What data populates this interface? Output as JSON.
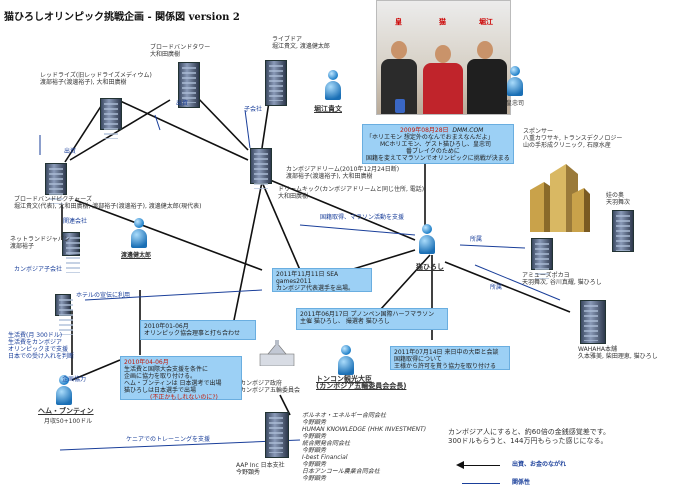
{
  "title": "猫ひろしオリンピック挑戦企画 - 関係図  version 2",
  "photo": {
    "names": [
      "皇",
      "猫",
      "堀江"
    ]
  },
  "nodes": {
    "broadband_tower": "ブロードバンドタワー\n大和田廣樹",
    "livedoor": "ライブドア\n堀江貴文, 渡邊健太郎",
    "redrise": "レッドライズ(旧レッドライズメディウム)\n渡部裕子(渡邊裕子), 大和田廣樹",
    "horie_name": "堀江貴文",
    "kou_name": "皇忠司",
    "sponsor": "スポンサー\n八重カワサキ, トランスデクノロジー\n山の手形成クリニック, 石原水産",
    "kaname": "娃の奥\n天羽舞次",
    "bbpictures": "ブロードバンドピクチャーズ\n堀江貴文(代表), 大和田廣樹, 渡部裕子(渡邊裕子), 渡邊健太郎(現代表)",
    "cambodia_dream": "カンボジアドリーム(2010年12月24日断)\n渡部裕子(渡邊裕子), 大和田廣樹",
    "dream_kick": "ドリームキック(カンボジアドリームと同じ住所, 電話)\n大和田廣樹",
    "netland": "ネットランドジャパン\n渡部裕子",
    "cambodia_sub": "カンボジア子会社",
    "watanabe_name": "渡邊健太郎",
    "hotel": "ホテルの宣伝に利用",
    "seikatsu": "生活費(月 300ドル)\n生活費をカンボジア\nオリンピックまで支援\n日本での受け入れを判断",
    "nekohiroshi": "猫ひろし",
    "amutable": "アミューズポカヨ\n天羽舞次, 谷川真耀, 猫ひろし",
    "wahaha": "WAHAHA本舗\n久本雅美, 柴田理恵, 猫ひろし",
    "kikaku": "企画協力",
    "hem": "ヘム・ブンティン",
    "hem_salary": "月収50+100ドル",
    "gov": "カンボジア政府\nカンボジア五輪委員会",
    "tonton": "トンコン観光大臣\n(カンボジア五輪委員会会長)",
    "aap": "AAP Inc 日本支社\n今野顕秀",
    "companies": "ボルネオ・エネルギー合同会社\n今野顕秀\nHUMAN KNOWLEDGE (HHK INVESTMENT)\n今野顕秀\n統合開発合同会社\n今野顕秀\nI-best Financial\n今野顕秀\n日本アンコール農業合同会社\n今野顕秀",
    "kenya": "ケニアでのトレーニングを支援",
    "note": "カンボジア人にすると、約60倍の金銭感覚差です。\n300ドルもらうと、144万円もらった感じになる。"
  },
  "edges": {
    "shusshi1": "出資",
    "shusshi2": "出資",
    "kogaisha": "子会社",
    "kanren": "関連会社",
    "shozoku1": "所属",
    "shozoku2": "所属",
    "kokuseki": "国籍取得、マラソン活動を支援"
  },
  "boxes": {
    "dmm_date": "2009年08月28日",
    "dmm_name": "DMM.COM",
    "dmm_line1": "「ホリエモン 想定外のなんでおまえなんだよ」",
    "dmm_line2": "MCホリエモン、ゲスト猫ひろし、皇忠司",
    "dmm_line3": "番ブレイクのために",
    "dmm_line4": "国籍を変えてマラソンでオリンピックに挑戦が決まる",
    "sea": "2011年11月11日  SEA games2011\nカンボジア代表選手を出場。",
    "phnom": "2011年06月17日  プノンペン国際ハーフマラソン\n主催  猫ひろし、  撮選者  猫ひろし",
    "k2010a": "2010年01-06月\nオリンピック協会理事と打ち合わせ",
    "k2010b_date": "2010年04-06月",
    "k2010b_body": "生活費と国際大会支援を条件に\n企画に協力を取り付ける。\nヘム・ブンティンは 日本選考で出場\n猫ひろしは日本選手で出場",
    "k2010b_red": "(不正かもしれないのに?)",
    "minister": "2011年07月14日  来日中の大臣と会談\n国籍取得について\n王様から許可を貰う協力を取り付ける"
  },
  "legend": {
    "money": "出資、お金のながれ",
    "relation": "関係性"
  }
}
